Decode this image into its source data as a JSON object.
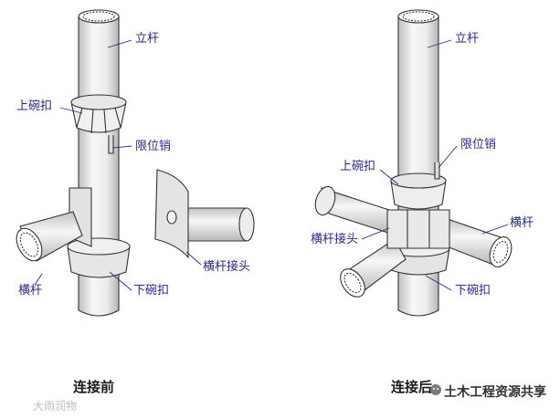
{
  "left": {
    "caption": "连接前",
    "labels": {
      "vertical_pole": "立杆",
      "upper_bowl": "上碗扣",
      "limit_pin": "限位销",
      "crossbar": "横杆",
      "lower_bowl": "下碗扣",
      "crossbar_joint": "横杆接头"
    }
  },
  "right": {
    "caption": "连接后",
    "labels": {
      "vertical_pole": "立杆",
      "upper_bowl": "上碗扣",
      "limit_pin": "限位销",
      "crossbar_joint": "横杆接头",
      "crossbar": "横杆",
      "lower_bowl": "下碗扣"
    }
  },
  "watermark": "大雨润物",
  "brand": "土木工程资源共享",
  "colors": {
    "line": "#333333",
    "label": "#2a2a8a",
    "pole": "#f2f2f2",
    "shade": "#c8c8c8"
  }
}
